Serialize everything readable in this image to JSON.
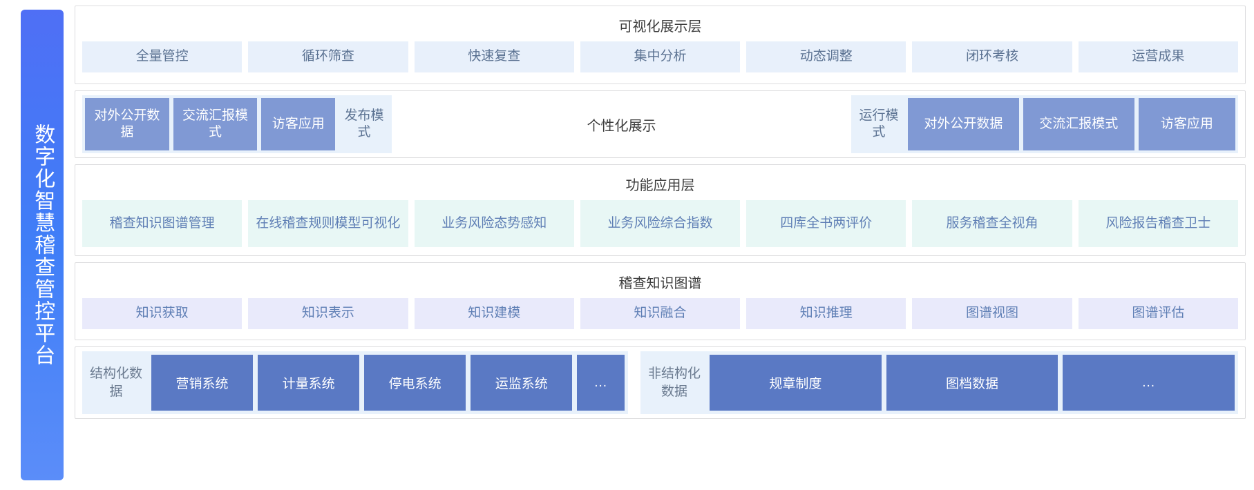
{
  "banner": {
    "title": "数字化智慧稽查管控平台"
  },
  "colors": {
    "banner_gradient_start": "#4f6ff5",
    "banner_gradient_end": "#5b8df9",
    "vis_cell_bg": "#e8f0fb",
    "func_cell_bg": "#e8f7f5",
    "kg_cell_bg": "#e9eafb",
    "mode_tile_bg": "#8099d4",
    "data_tile_bg": "#5a79c4",
    "group_bg": "#e8f1fb",
    "label_text": "#5b7292",
    "title_text": "#3c3c3c"
  },
  "layers": {
    "visualization": {
      "title": "可视化展示层",
      "items": [
        "全量管控",
        "循环筛查",
        "快速复查",
        "集中分析",
        "动态调整",
        "闭环考核",
        "运营成果"
      ]
    },
    "mode": {
      "center_title": "个性化展示",
      "left_group": {
        "tiles": [
          "对外公开数据",
          "交流汇报模式",
          "访客应用"
        ],
        "label": "发布模式"
      },
      "right_group": {
        "label": "运行模式",
        "tiles": [
          "对外公开数据",
          "交流汇报模式",
          "访客应用"
        ]
      }
    },
    "function": {
      "title": "功能应用层",
      "items": [
        "稽查知识图谱管理",
        "在线稽查规则模型可视化",
        "业务风险态势感知",
        "业务风险综合指数",
        "四库全书两评价",
        "服务稽查全视角",
        "风险报告稽查卫士"
      ]
    },
    "knowledge_graph": {
      "title": "稽查知识图谱",
      "items": [
        "知识获取",
        "知识表示",
        "知识建模",
        "知识融合",
        "知识推理",
        "图谱视图",
        "图谱评估"
      ]
    },
    "data": {
      "structured": {
        "label": "结构化数据",
        "tiles": [
          "营销系统",
          "计量系统",
          "停电系统",
          "运监系统",
          "..."
        ]
      },
      "unstructured": {
        "label": "非结构化数据",
        "tiles": [
          "规章制度",
          "图档数据",
          "..."
        ]
      }
    }
  }
}
